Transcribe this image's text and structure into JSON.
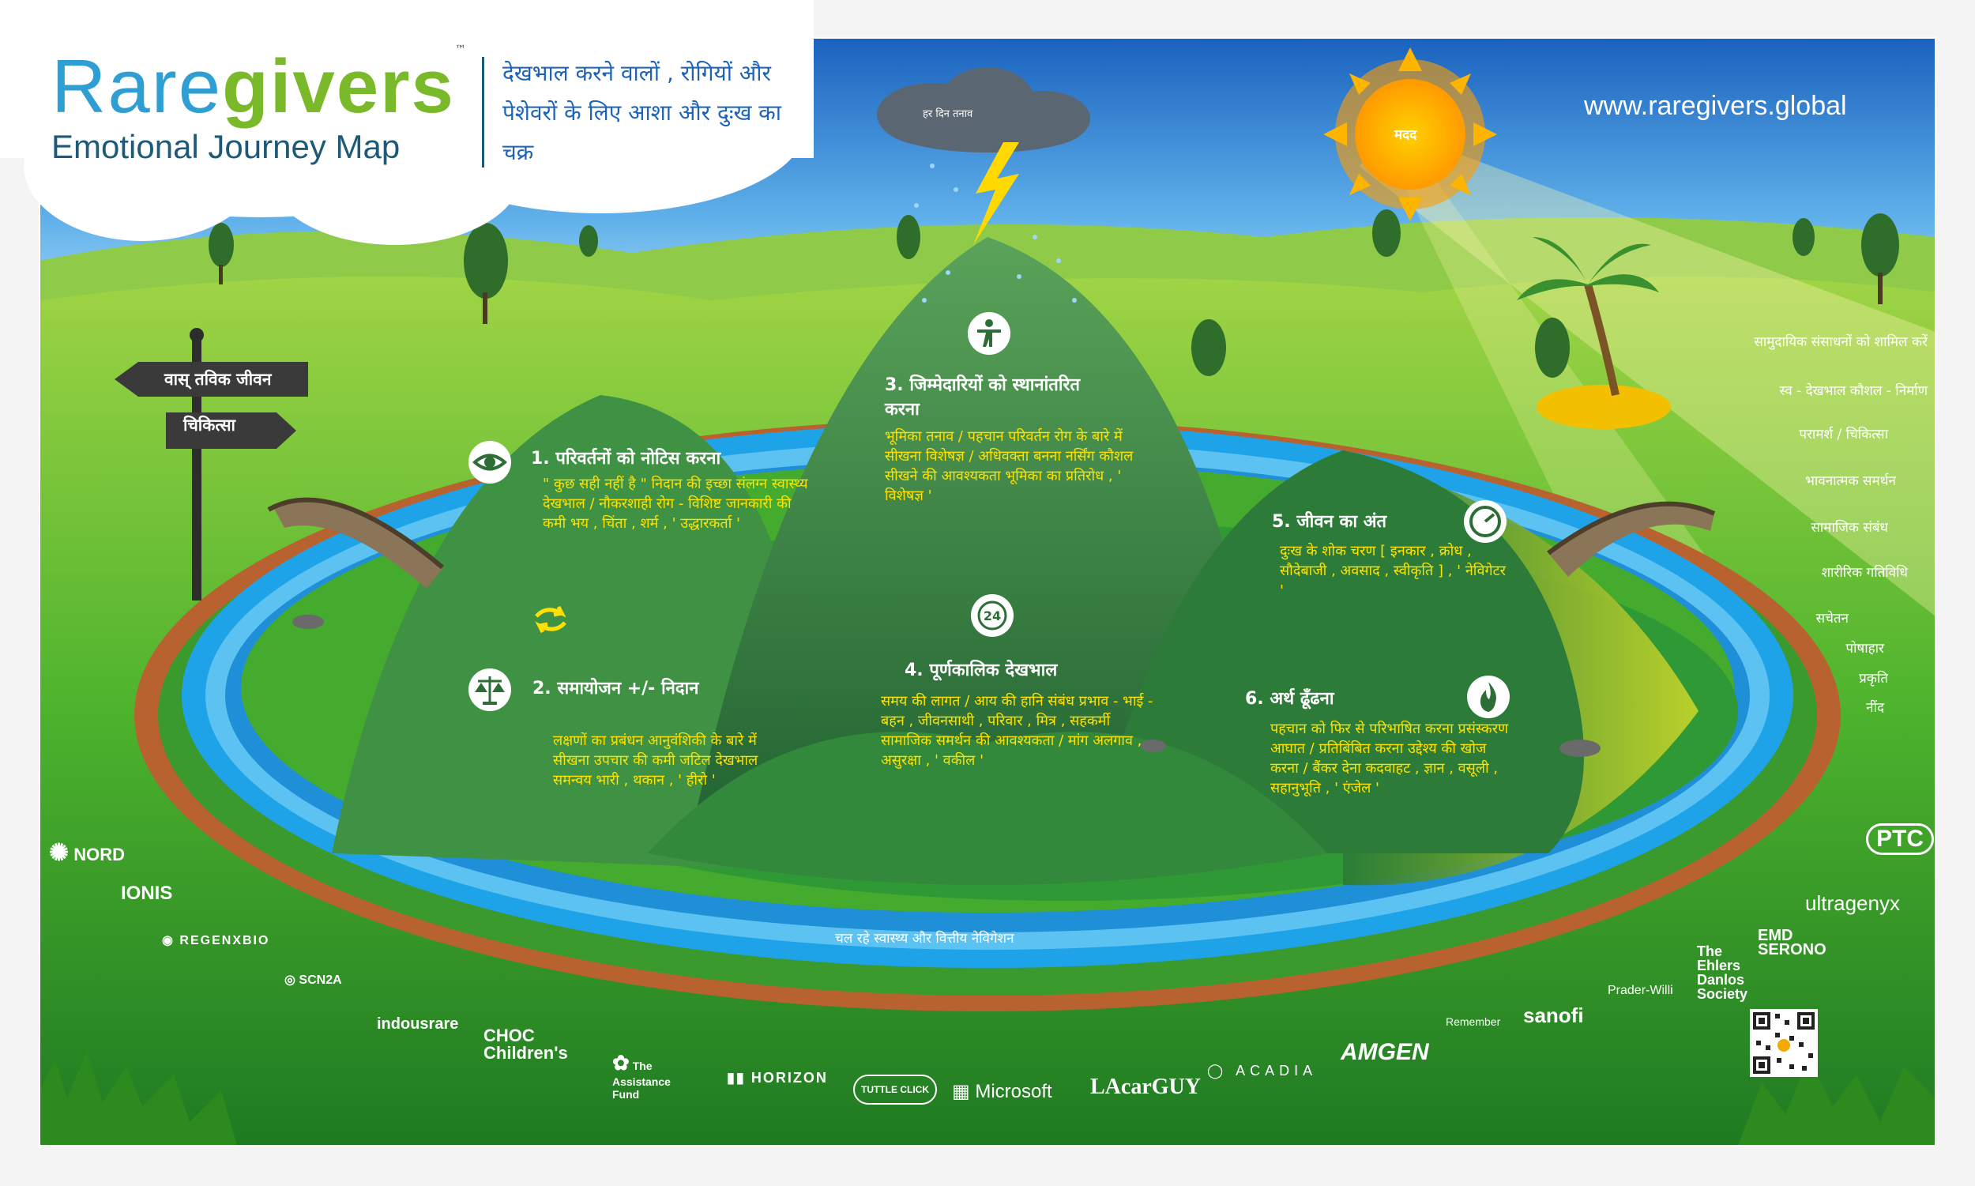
{
  "brand": {
    "rare": "Rare",
    "givers": "givers",
    "tm": "™",
    "subtitle": "Emotional Journey Map",
    "tagline": "देखभाल करने वालों , रोगियों और पेशेवरों के लिए आशा और दुःख का चक्र",
    "url": "www.raregivers.global"
  },
  "sky": {
    "cloud_label": "हर दिन तनाव",
    "sun_label": "मदद"
  },
  "signpost": {
    "real_life": "वास् तविक जीवन",
    "treatment": "चिकित्सा"
  },
  "stages": [
    {
      "title": "1.  परिवर्तनों को नोटिस करना",
      "body": "\" कुछ सही नहीं है \"  निदान की इच्छा संलग्न स्वास्थ्य देखभाल / नौकरशाही रोग - विशिष्ट जानकारी की कमी भय , चिंता , शर्म , ' उद्धारकर्ता '"
    },
    {
      "title": "2.  समायोजन +/- निदान",
      "body": "लक्षणों का प्रबंधन आनुवंशिकी के बारे में सीखना उपचार की कमी जटिल देखभाल समन्वय भारी , थकान , ' हीरो '"
    },
    {
      "title": "3.  जिम्मेदारियों को स्थानांतरित करना",
      "body": "भूमिका तनाव / पहचान परिवर्तन रोग के बारे में सीखना विशेषज्ञ / अधिवक्ता बनना नर्सिंग कौशल सीखने की आवश्यकता भूमिका का प्रतिरोध , ' विशेषज्ञ '"
    },
    {
      "title": "4. पूर्णकालिक देखभाल",
      "body": "समय की लागत / आय की हानि संबंध प्रभाव - भाई - बहन , जीवनसाथी , परिवार , मित्र , सहकर्मी सामाजिक समर्थन की आवश्यकता / मांग अलगाव , असुरक्षा , ' वकील '"
    },
    {
      "title": "5. जीवन का अंत",
      "body": "दुःख के शोक चरण [ इनकार , क्रोध , सौदेबाजी , अवसाद , स्वीकृति ] , ' नेविगेटर '"
    },
    {
      "title": "6. अर्थ ढूँढना",
      "body": "पहचान को फिर से परिभाषित करना प्रसंस्करण आघात / प्रतिबिंबित करना उद्देश्य की खोज करना / बैंकर देना कदवाहट , ज्ञान , वसूली , सहानुभूति , ' एंजेल '"
    }
  ],
  "resources": [
    "सामुदायिक संसाधनों को शामिल करें",
    "स्व - देखभाल कौशल - निर्माण",
    "परामर्श / चिकित्सा",
    "भावनात्मक समर्थन",
    "सामाजिक संबंध",
    "शारीरिक गतिविधि",
    "सचेतन",
    "पोषाहार",
    "प्रकृति",
    "नींद"
  ],
  "river_label": "चल रहे स्वास्थ्य और वित्तीय नेविगेशन",
  "sponsors": {
    "nord": "NORD",
    "ionis": "IONIS",
    "regenxbio": "REGENXBIO",
    "scn2a": "SCN2A",
    "indousrare": "indousrare",
    "choc": "CHOC Children's",
    "assistance_fund": "The Assistance Fund",
    "horizon": "HORIZON",
    "tuttle_click": "TUTTLE CLICK",
    "microsoft": "Microsoft",
    "lacarguy": "LAcarGUY",
    "acadia": "ACADIA",
    "amgen": "AMGEN",
    "remember": "Remember",
    "sanofi": "sanofi",
    "prader_willi": "Prader-Willi",
    "ehlers_danlos": "The Ehlers Danlos Society",
    "emd_serono": "EMD SERONO",
    "ultragenyx": "ultragenyx",
    "ptc": "PTC"
  },
  "colors": {
    "sky_top": "#1a6cc4",
    "grass": "#3fae2a",
    "mountain": "#2f7d3c",
    "river": "#1fa3e8",
    "path": "#b8632f",
    "brand_blue": "#2f9fd3",
    "brand_green": "#7ab929",
    "text_yellow": "#ffe100"
  }
}
